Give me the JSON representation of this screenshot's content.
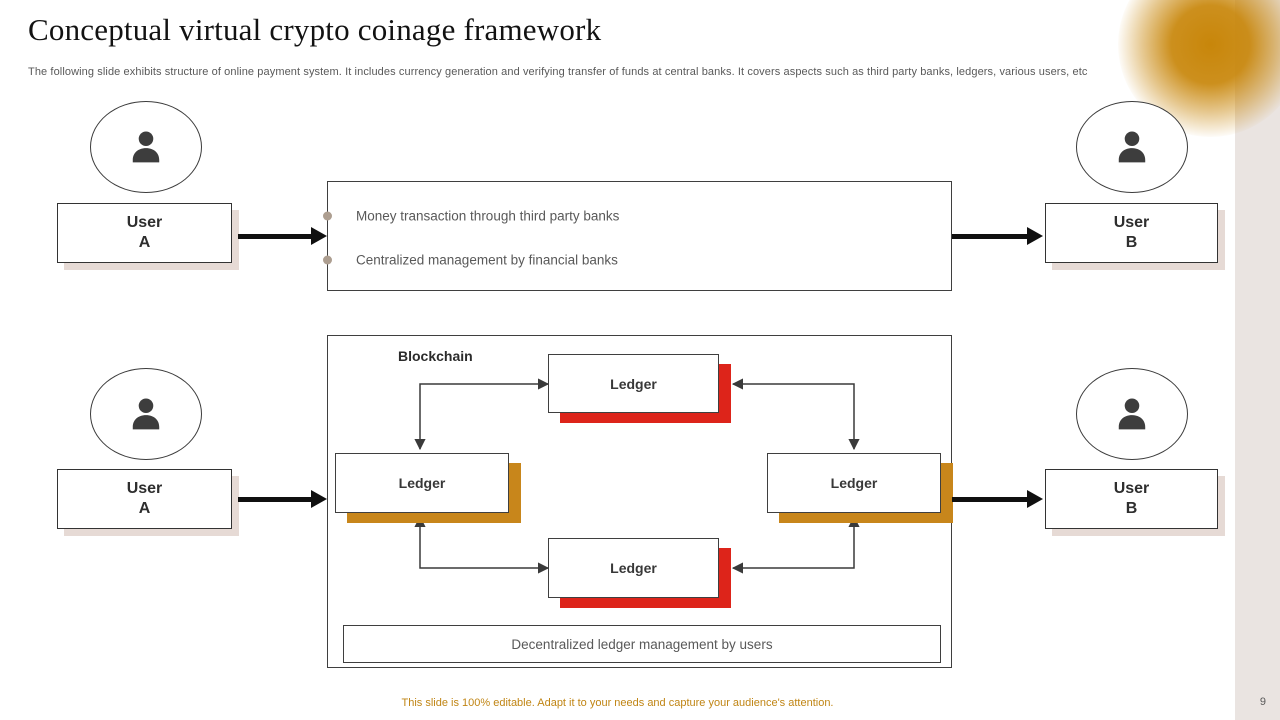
{
  "slide": {
    "title": "Conceptual virtual crypto coinage framework",
    "subtitle": "The following slide exhibits structure of online payment system. It includes currency generation and verifying transfer of funds at central banks. It covers aspects such as third party banks, ledgers, various users, etc",
    "footer": "This slide is 100% editable. Adapt it to your needs and capture your audience's attention.",
    "page_number": "9"
  },
  "colors": {
    "accent_gold": "#C8860A",
    "ledger_red": "#DD241A",
    "ledger_gold": "#C8861B",
    "text_gray": "#595959",
    "border_dark": "#3F3F3F",
    "right_strip": "#EAE4E1",
    "footer_text": "#C08514",
    "bullet_dot": "#AD9E90"
  },
  "centralized_flow": {
    "user_a": {
      "line1": "User",
      "line2": "A"
    },
    "user_b": {
      "line1": "User",
      "line2": "B"
    },
    "bullets": [
      "Money transaction through third party banks",
      "Centralized management by financial banks"
    ]
  },
  "decentralized_flow": {
    "user_a": {
      "line1": "User",
      "line2": "A"
    },
    "user_b": {
      "line1": "User",
      "line2": "B"
    },
    "label": "Blockchain",
    "ledgers": [
      "Ledger",
      "Ledger",
      "Ledger",
      "Ledger"
    ],
    "caption": "Decentralized ledger management by users"
  }
}
